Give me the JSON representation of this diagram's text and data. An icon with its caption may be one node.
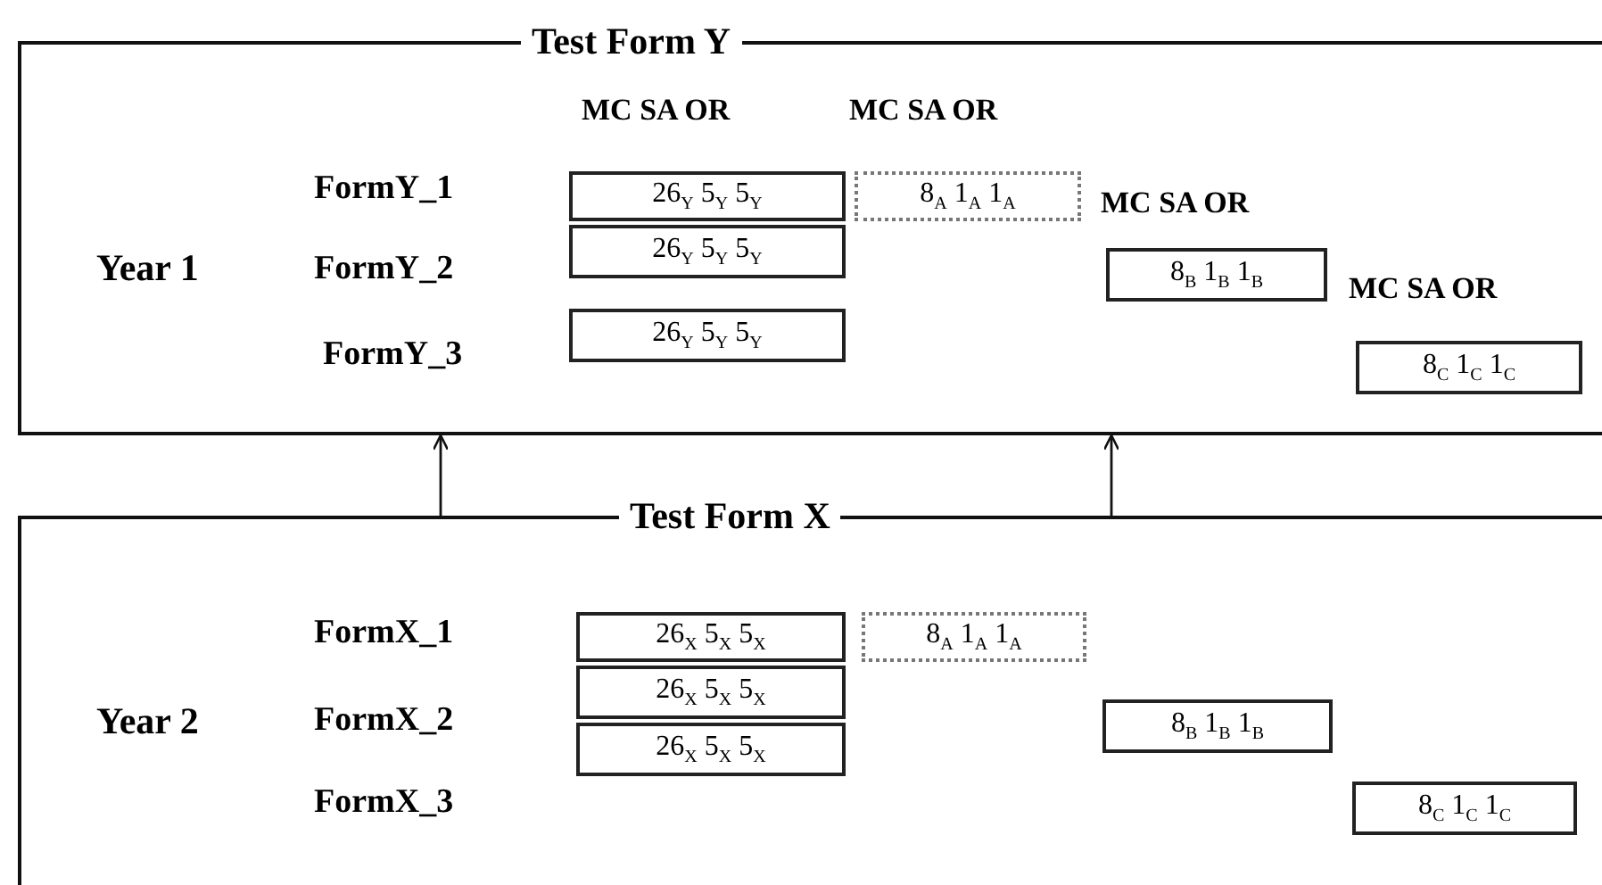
{
  "diagram": {
    "nodes": [
      {
        "text": [
          "Test Form Y"
        ]
      },
      {
        "text": [
          "26$_{Y}$ 5$_{Y}$ 5$_{Y}$"
        ],
        "in": 0
      },
      {
        "text": [
          "8$_{A}$ 1$_{A}$ 1$_{A}$"
        ],
        "in": 0
      },
      {
        "text": [
          "26$_{Y}$ 5$_{Y}$ 5$_{Y}$"
        ],
        "in": 0
      },
      {
        "text": [
          "8$_{B}$ 1$_{B}$ 1$_{B}$"
        ],
        "in": 0
      },
      {
        "text": [
          "26$_{Y}$ 5$_{Y}$ 5$_{Y}$"
        ],
        "in": 0
      },
      {
        "text": [
          "8$_{C}$ 1$_{C}$ 1$_{C}$"
        ],
        "in": 0
      },
      {
        "text": [
          "Test Form X"
        ]
      },
      {
        "text": [
          "26$_{X}$ 5$_{X}$ 5$_{X}$"
        ],
        "in": 7
      },
      {
        "text": [
          "8$_{A}$ 1$_{A}$ 1$_{A}$"
        ],
        "in": 7
      },
      {
        "text": [
          "26$_{X}$ 5$_{X}$ 5$_{X}$"
        ],
        "in": 7
      },
      {
        "text": [
          "8$_{B}$ 1$_{B}$ 1$_{B}$"
        ],
        "in": 7
      },
      {
        "text": [
          "26$_{X}$ 5$_{X}$ 5$_{X}$"
        ],
        "in": 7
      },
      {
        "text": [
          "8$_{C}$ 1$_{C}$ 1$_{C}$"
        ],
        "in": 7
      }
    ],
    "edges": [
      {
        "from": 7,
        "to": 0,
        "arrow": "to"
      },
      {
        "from": 7,
        "to": 0,
        "arrow": "to"
      }
    ],
    "labels": [
      "MC SA OR",
      "MC SA OR",
      "FormY_1",
      "MC SA OR",
      "Year 1",
      "FormY_2",
      "MC SA OR",
      "FormY_3",
      "FormX_1",
      "Year 2",
      "FormX_2",
      "FormX_3"
    ]
  }
}
